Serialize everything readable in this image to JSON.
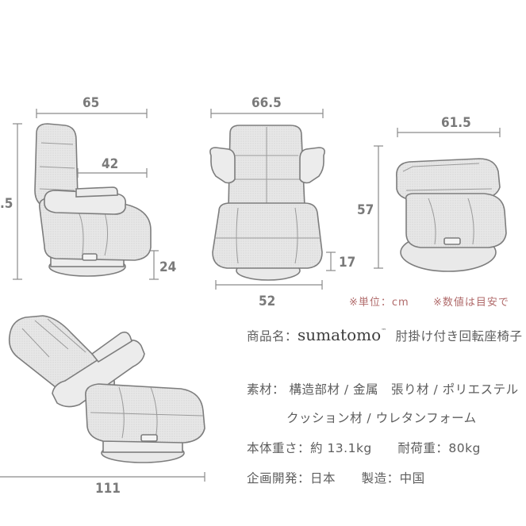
{
  "dimensions": {
    "side_width": "65",
    "side_arm_depth": "42",
    "side_height_partial": ".5",
    "side_seat_height": "24",
    "front_width": "66.5",
    "front_base_width": "52",
    "front_seat_height": "17",
    "rear_width": "61.5",
    "rear_height": "57",
    "recline_length": "111"
  },
  "notes": {
    "unit": "※単位：cm",
    "approx": "※数値は目安で"
  },
  "specs": {
    "product_label": "商品名：",
    "brand": "sumatomo",
    "brand_mark": "™",
    "product_name": "肘掛け付き回転座椅子",
    "material_label": "素材：",
    "material_line1": "構造部材 / 金属　張り材 / ポリエステル",
    "material_line2": "クッション材 / ウレタンフォーム",
    "weight_label": "本体重さ：",
    "weight_value": "約 13.1kg",
    "load_label": "耐荷重：",
    "load_value": "80kg",
    "design_label": "企画開発：",
    "design_value": "日本",
    "made_label": "製造：",
    "made_value": "中国"
  },
  "colors": {
    "line": "#8a8a8a",
    "fabric": "#e4e4e4",
    "note_red": "#b06a6a"
  }
}
